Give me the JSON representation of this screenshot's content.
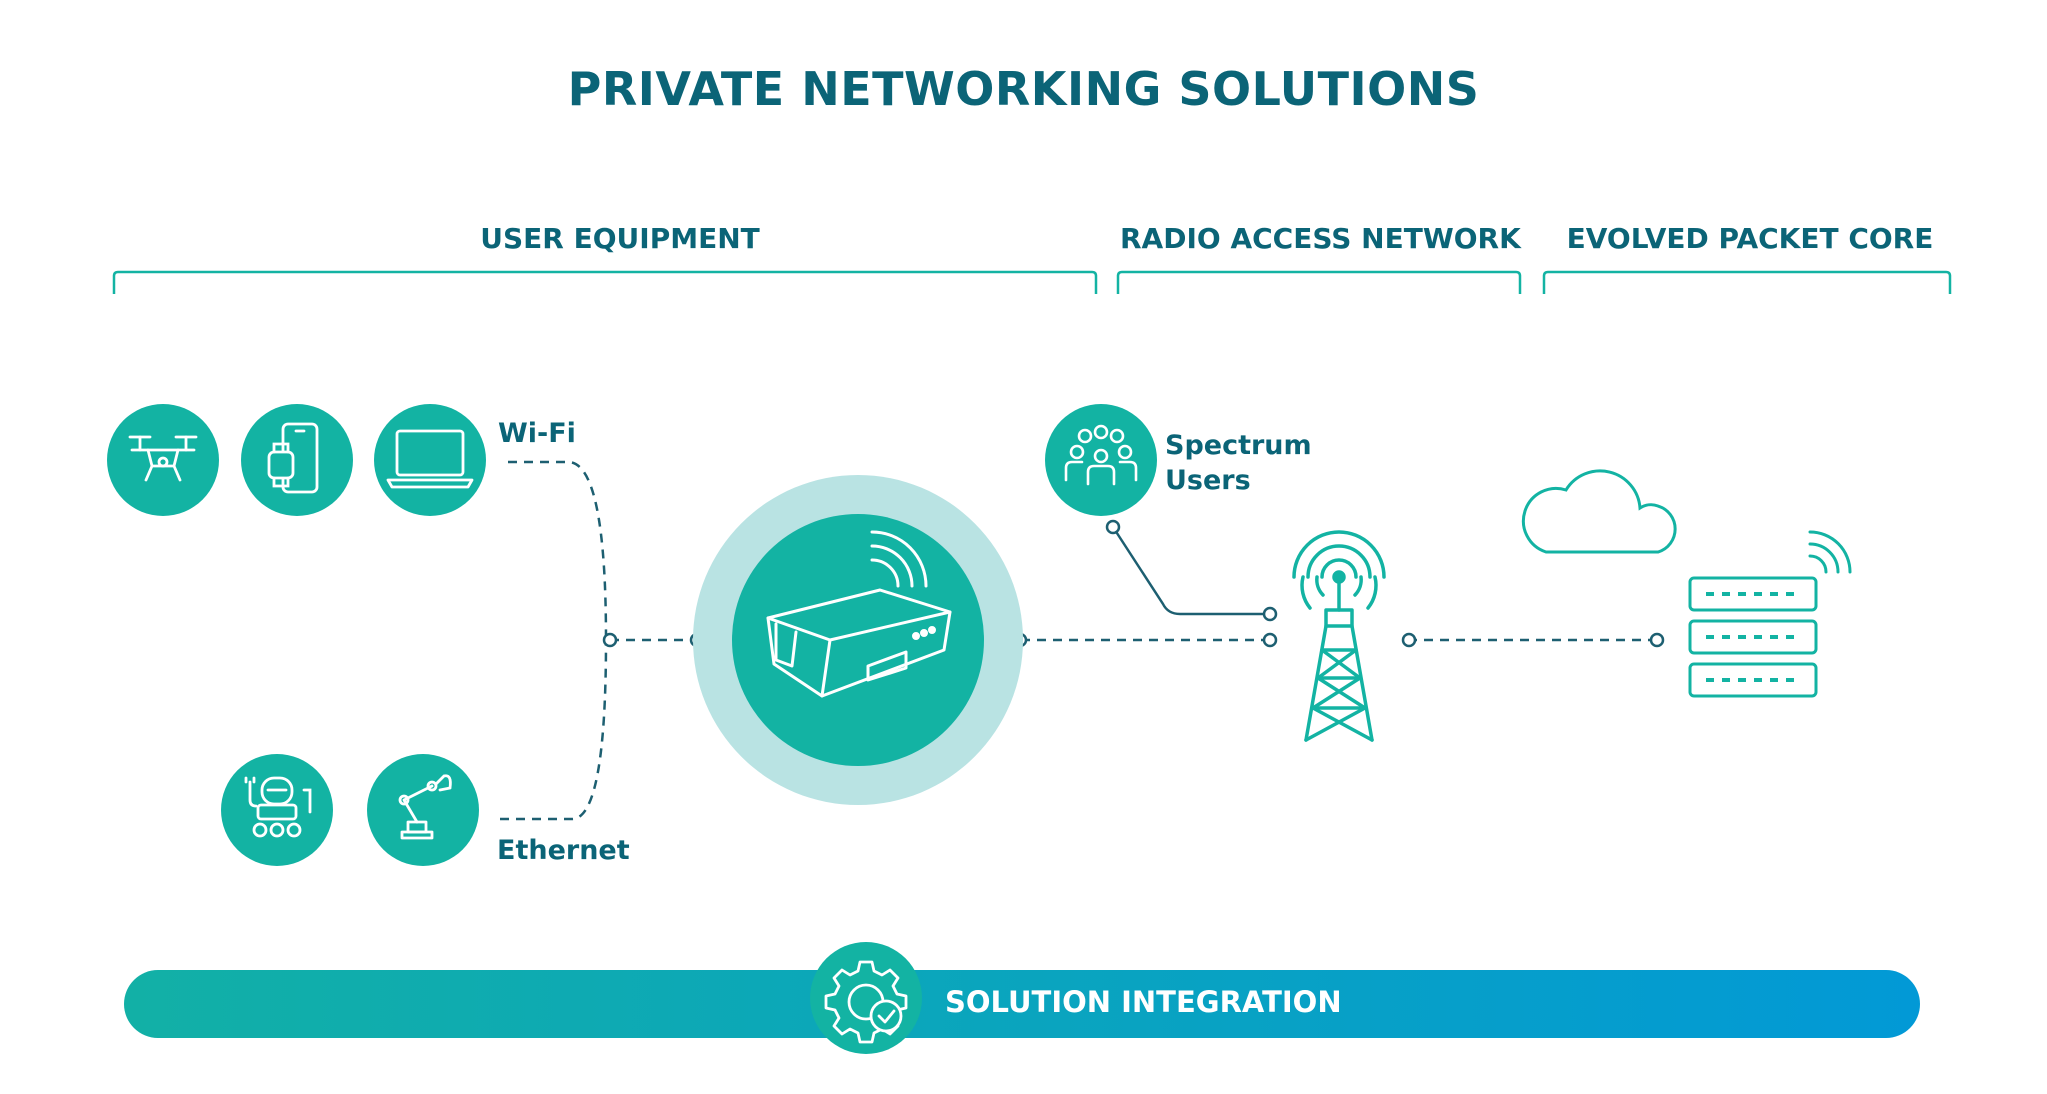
{
  "title": "PRIVATE NETWORKING SOLUTIONS",
  "sections": {
    "user_equipment": "USER EQUIPMENT",
    "radio_access_network": "RADIO ACCESS NETWORK",
    "evolved_packet_core": "EVOLVED PACKET CORE"
  },
  "labels": {
    "wifi": "Wi-Fi",
    "ethernet": "Ethernet",
    "spectrum_users": [
      "Spectrum",
      "Users"
    ]
  },
  "bottom_bar": {
    "label": "SOLUTION INTEGRATION"
  },
  "colors": {
    "teal": "#13b3a3",
    "dark_teal": "#0b6477",
    "light_teal": "#b9e3e3",
    "line": "#1d5f71",
    "bar_start": "#12b0a6",
    "bar_end": "#0299d6"
  },
  "icons": [
    "drone-icon",
    "smartwatch-phone-icon",
    "laptop-icon",
    "robot-icon",
    "robot-arm-icon",
    "gateway-router-icon",
    "people-group-icon",
    "cell-tower-icon",
    "cloud-icon",
    "server-icon",
    "gear-check-icon"
  ]
}
